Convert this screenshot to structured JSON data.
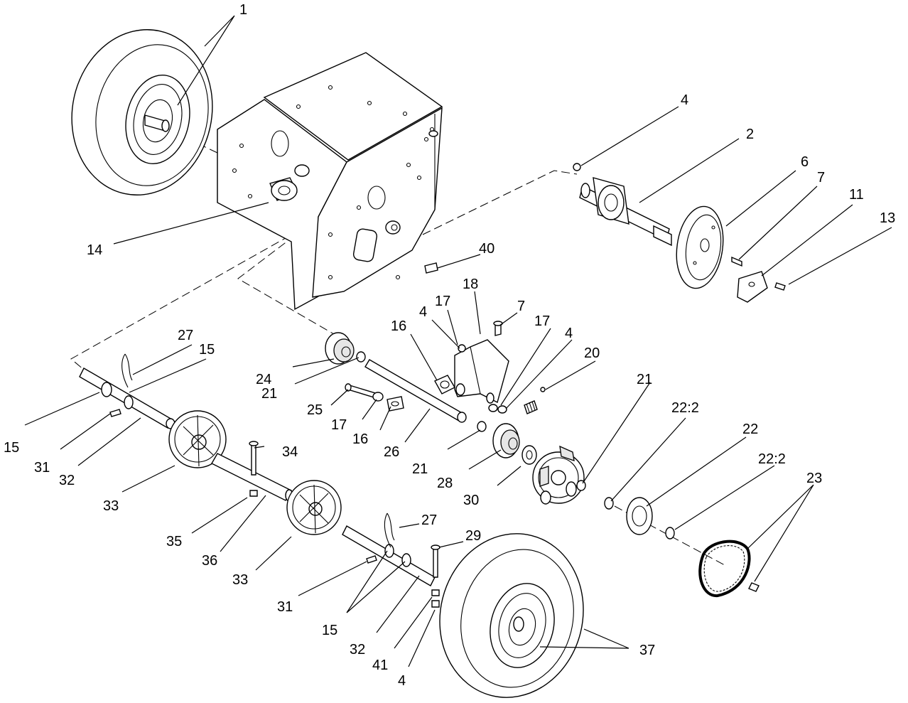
{
  "labels": {
    "tire_upper": "1",
    "axle_assembly": "2",
    "nut_upper": "4",
    "hub_plate": "6",
    "bolt_upper": "7",
    "cover_plate": "11",
    "screw_cover": "13",
    "bushing_frame": "14",
    "pin_left_top": "15",
    "pin_left_side": "15",
    "bracket_nut": "4",
    "bracket_nut_right": "4",
    "spacer_upper_left": "17",
    "shift_bracket": "18",
    "bolt_bracket": "7",
    "spacer_upper_right": "17",
    "cam_upper": "16",
    "spring": "20",
    "washer_right": "21",
    "bearing_left": "24",
    "washer_left": "21",
    "bolt_long": "25",
    "spacer_lower": "17",
    "cam_lower": "16",
    "shaft_main": "26",
    "washer_mid": "21",
    "hub_bearing": "28",
    "washer_large": "30",
    "sprocket_pin_a": "22:2",
    "sprocket": "22",
    "sprocket_pin_b": "22:2",
    "chain": "23",
    "hairpin_upper": "27",
    "key_upper": "31",
    "axle_upper": "32",
    "gear_upper": "33",
    "bolt_gear": "34",
    "nut_gear": "35",
    "shaft_gear": "36",
    "gear_lower": "33",
    "hairpin_lower": "27",
    "bolt_lower": "29",
    "key_lower": "31",
    "pin_lower": "15",
    "axle_lower": "32",
    "nut_lower_41": "41",
    "nut_lower_4": "4",
    "tire_lower": "37",
    "bolt_frame": "40"
  }
}
